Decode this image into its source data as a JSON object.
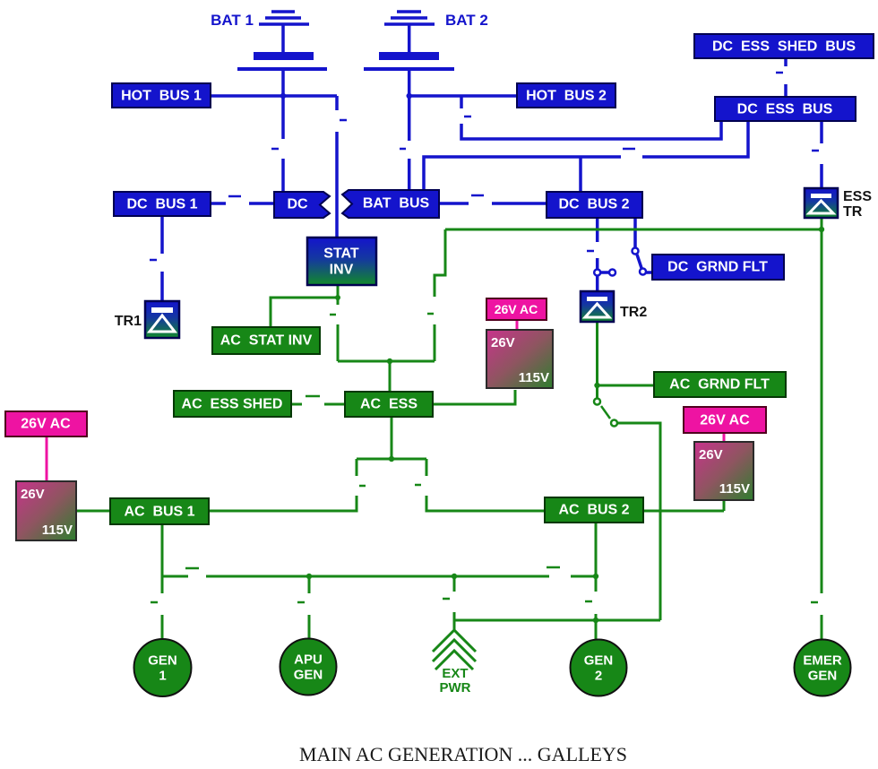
{
  "colors": {
    "dc_blue": "#1414CC",
    "ac_green": "#178717",
    "magenta": "#EE13A2",
    "navy_border": "#000050",
    "green_border": "#053805",
    "gradient_pink": "#C8338C",
    "gradient_olive": "#2E7D2E",
    "caption_black": "#1A1A1A"
  },
  "labels": {
    "bat1": "BAT 1",
    "bat2": "BAT 2",
    "hot_bus_1": "HOT  BUS 1",
    "hot_bus_2": "HOT  BUS 2",
    "dc_ess_shed_bus": "DC  ESS  SHED  BUS",
    "dc_ess_bus": "DC  ESS  BUS",
    "dc_bus_1": "DC  BUS 1",
    "dc_bus_2": "DC  BUS 2",
    "dc_flag": "DC",
    "bat_bus": "BAT  BUS",
    "dc_grnd_flt": "DC  GRND FLT",
    "ess": "ESS",
    "tr": "TR",
    "tr1": "TR1",
    "tr2": "TR2",
    "stat_inv_l1": "STAT",
    "stat_inv_l2": "INV",
    "ac_stat_inv": "AC  STAT INV",
    "ac_ess_shed": "AC  ESS SHED",
    "ac_ess": "AC  ESS",
    "ac_grnd_flt": "AC  GRND FLT",
    "ac_bus_1": "AC  BUS 1",
    "ac_bus_2": "AC  BUS 2",
    "v26ac": "26V AC",
    "v26": "26V",
    "v115": "115V",
    "gen1_l1": "GEN",
    "gen1_l2": "1",
    "apu_l1": "APU",
    "apu_l2": "GEN",
    "gen2_l1": "GEN",
    "gen2_l2": "2",
    "emer_l1": "EMER",
    "emer_l2": "GEN",
    "ext_l1": "EXT",
    "ext_l2": "PWR",
    "caption": "MAIN AC GENERATION ... GALLEYS"
  }
}
